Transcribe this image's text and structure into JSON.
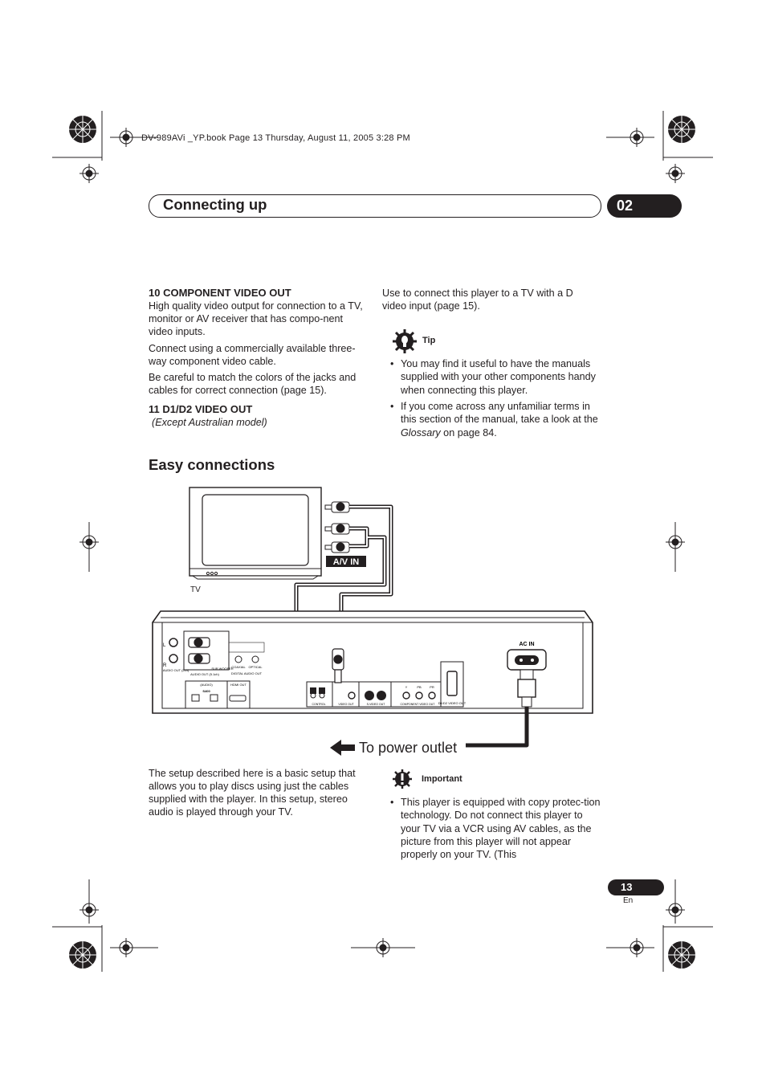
{
  "print_info": "DV-989AVi _YP.book  Page 13  Thursday, August 11, 2005  3:28 PM",
  "header": {
    "title": "Connecting up",
    "chapter": "02"
  },
  "left_column": {
    "item10_heading": "10  COMPONENT VIDEO OUT",
    "item10_p1": "High quality video output for connection to a TV, monitor or AV receiver that has compo-nent video inputs.",
    "item10_p2": "Connect using a commercially available three-way component video cable.",
    "item10_p3": "Be careful to match the colors of the jacks and cables for correct connection (page 15).",
    "item11_heading": "11  D1/D2 VIDEO OUT",
    "item11_note": "(Except Australian model)"
  },
  "right_column": {
    "intro": "Use to connect this player to a TV with a D video input (page 15).",
    "tip_label": "Tip",
    "tip_1": "You may find it useful to have the manuals supplied with your other components handy when connecting this player.",
    "tip_2_before": "If you come across any unfamiliar terms in this section of the manual, take a look at the ",
    "tip_2_em": "Glossary",
    "tip_2_after": " on page 84."
  },
  "section": {
    "title": "Easy connections"
  },
  "diagram": {
    "tv_label": "TV",
    "av_in_label": "A/V IN",
    "ac_in_label": "AC IN",
    "power_outlet_label": "To power outlet",
    "panel_labels": {
      "l": "L",
      "r": "R",
      "audio_out_2ch": "AUDIO OUT (2ch)",
      "audio_out_51": "AUDIO OUT (5.1ch)",
      "sub_woofer": "SUB WOOFER",
      "coaxial": "COAXIAL",
      "optical": "OPTICAL",
      "digital_audio_out": "DIGITAL AUDIO OUT",
      "audio": "(AUDIO)",
      "hdmi_out": "HDMI OUT",
      "s400": "S400",
      "control": "CONTROL",
      "video_out": "VIDEO OUT",
      "s_video_out": "S-VIDEO OUT",
      "component_video_out": "COMPONENT VIDEO OUT",
      "y": "Y",
      "pb": "PB",
      "pr": "PR",
      "d1d2_video_out": "D1/D2 VIDEO OUT"
    }
  },
  "bottom": {
    "left_para": "The setup described here is a basic setup that allows you to play discs using just the cables supplied with the player. In this setup, stereo audio is played through your TV.",
    "important_label": "Important",
    "important_1": "This player is equipped with copy protec-tion technology. Do not connect this player to your TV via a VCR using AV cables, as the picture from this player will not appear properly on your TV. (This"
  },
  "footer": {
    "page_number": "13",
    "language": "En"
  }
}
